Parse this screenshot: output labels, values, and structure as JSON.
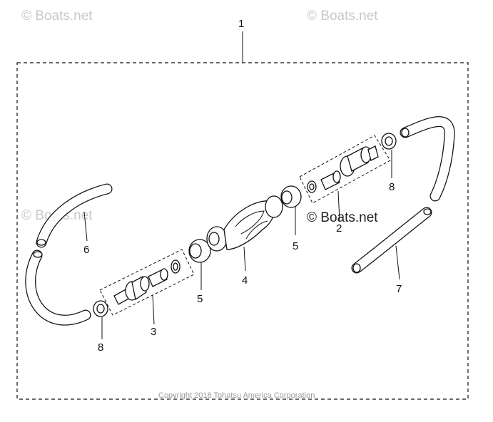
{
  "watermarks": {
    "top_left": "© Boats.net",
    "top_right": "© Boats.net",
    "mid_left": "© Boats.net",
    "center": "© Boats.net"
  },
  "copyright": "Copyright 2018 Tohatsu America Corporation",
  "callouts": {
    "assembly": "1",
    "connector_right": "2",
    "connector_left": "3",
    "primer_bulb": "4",
    "ring_left": "5",
    "ring_right": "5",
    "hose_left": "6",
    "hose_right": "7",
    "clip_left": "8",
    "clip_right": "8"
  }
}
